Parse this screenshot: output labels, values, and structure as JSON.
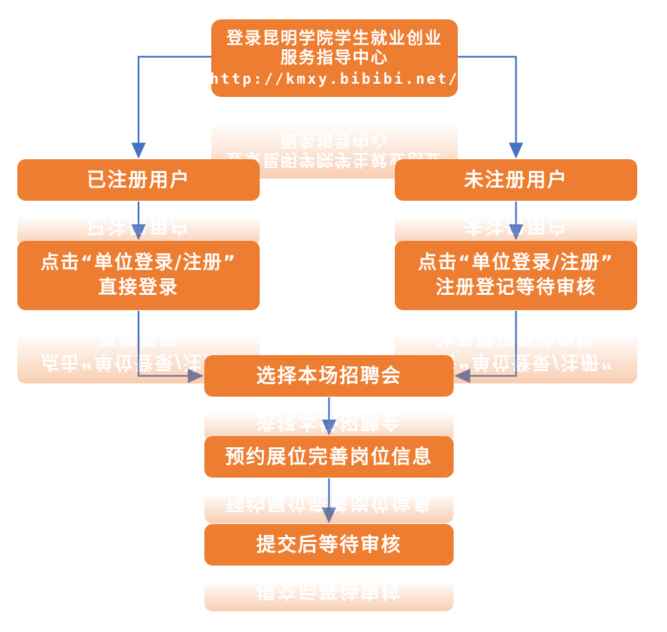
{
  "diagram": {
    "colors": {
      "node_fill": "#ED7D31",
      "node_text": "#FFFFFF",
      "arrow": "#4472C4"
    },
    "nodes": {
      "portal": {
        "lines": [
          "登录昆明学院学生就业创业",
          "服务指导中心",
          "http://kmxy.bibibi.net/"
        ]
      },
      "registered": {
        "lines": [
          "已注册用户"
        ]
      },
      "unregistered": {
        "lines": [
          "未注册用户"
        ]
      },
      "login_direct": {
        "lines": [
          "点击“单位登录/注册”",
          "直接登录"
        ]
      },
      "register_wait": {
        "lines": [
          "点击“单位登录/注册”",
          "注册登记等待审核"
        ]
      },
      "select_fair": {
        "lines": [
          "选择本场招聘会"
        ]
      },
      "reserve_booth": {
        "lines": [
          "预约展位完善岗位信息"
        ]
      },
      "submit_wait": {
        "lines": [
          "提交后等待审核"
        ]
      }
    }
  }
}
